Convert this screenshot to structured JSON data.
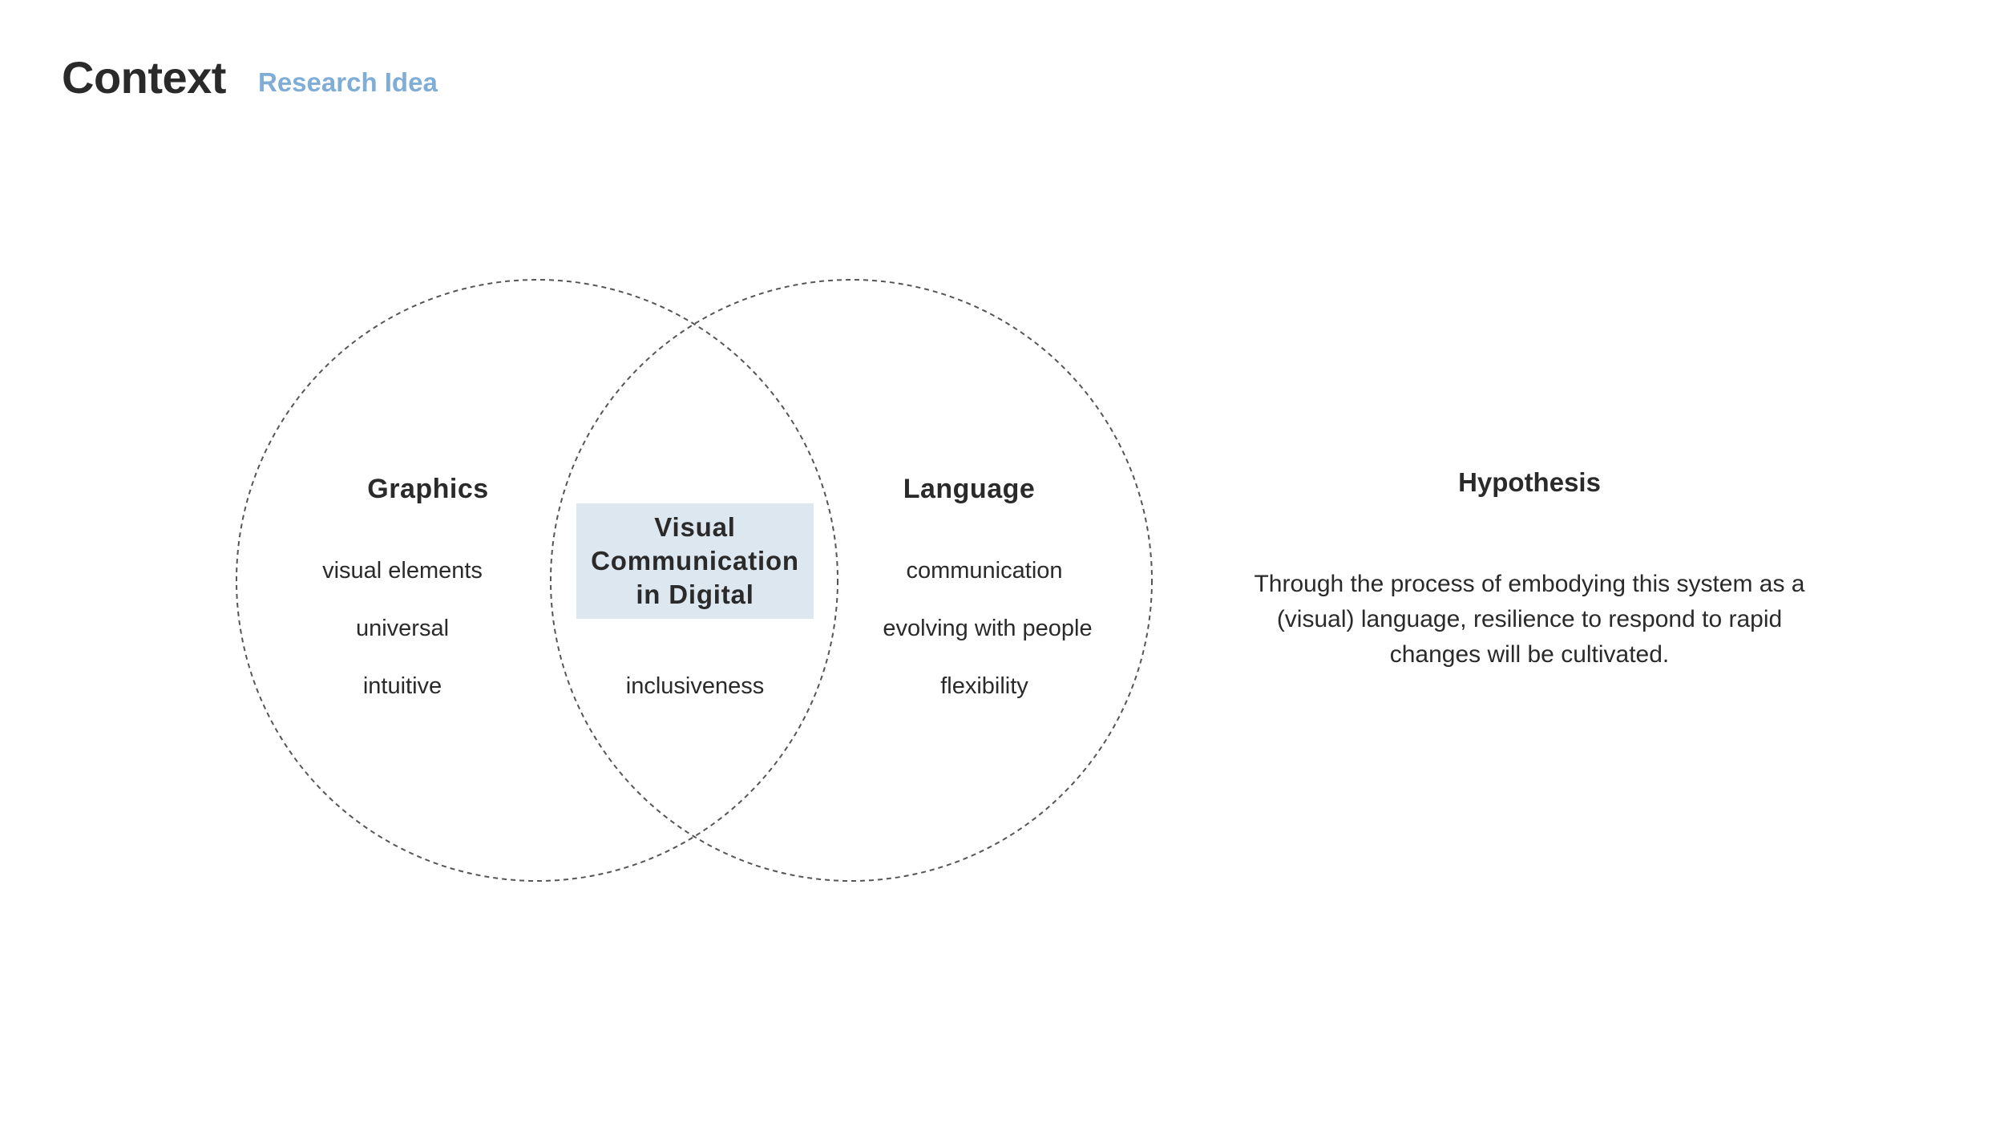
{
  "header": {
    "title": "Context",
    "subtitle": "Research Idea",
    "subtitle_color": "#7fadd6"
  },
  "venn": {
    "left": {
      "label": "Graphics",
      "items": [
        "visual elements",
        "universal",
        "intuitive"
      ]
    },
    "right": {
      "label": "Language",
      "items": [
        "communication",
        "evolving with people",
        "flexibility"
      ]
    },
    "overlap": {
      "label": "Visual\nCommunication\nin Digital",
      "highlight_color": "#dde7f0",
      "items": [
        "inclusiveness"
      ]
    },
    "outline_style": "dashed"
  },
  "hypothesis": {
    "title": "Hypothesis",
    "body": "Through the process of embodying this system as a (visual) language, resilience to respond to rapid changes will be cultivated."
  }
}
